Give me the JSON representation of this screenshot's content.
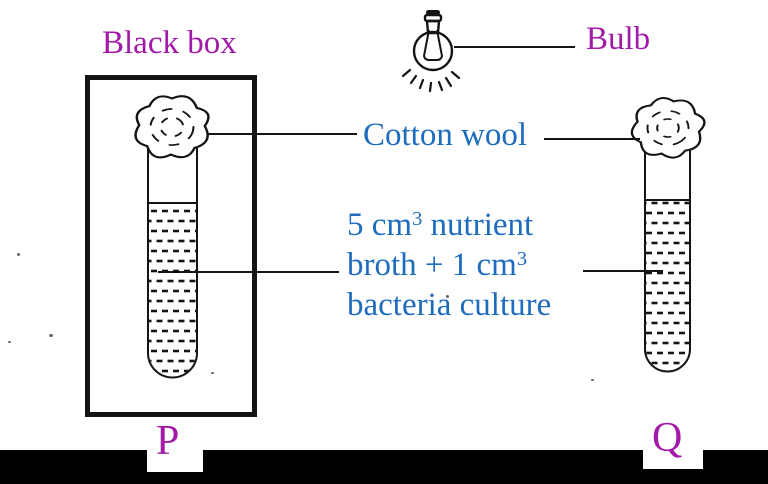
{
  "colors": {
    "label_purple": "#a21ba8",
    "label_blue": "#1e6cbe",
    "ink": "#141414"
  },
  "labels": {
    "black_box": "Black box",
    "bulb": "Bulb",
    "cotton_wool": "Cotton wool",
    "tube_p": "P",
    "tube_q": "Q"
  },
  "broth_label_lines": [
    [
      {
        "t": "5 cm"
      },
      {
        "t": "3",
        "sup": true
      },
      {
        "t": " nutrient"
      }
    ],
    [
      {
        "t": "broth + 1 cm"
      },
      {
        "t": "3",
        "sup": true
      }
    ],
    [
      {
        "t": "bacteria culture"
      }
    ]
  ]
}
